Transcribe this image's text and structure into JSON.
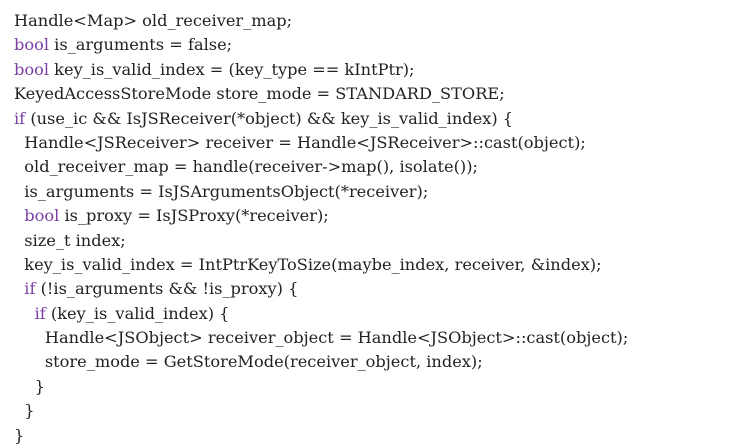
{
  "code": {
    "lines": [
      [
        {
          "t": "Handle<Map> old_receiver_map;",
          "k": "tok"
        }
      ],
      [
        {
          "t": "bool",
          "k": "kw"
        },
        {
          "t": " is_arguments = false;",
          "k": "tok"
        }
      ],
      [
        {
          "t": "bool",
          "k": "kw"
        },
        {
          "t": " key_is_valid_index = (key_type == kIntPtr);",
          "k": "tok"
        }
      ],
      [
        {
          "t": "KeyedAccessStoreMode store_mode = STANDARD_STORE;",
          "k": "tok"
        }
      ],
      [
        {
          "t": "if",
          "k": "kw"
        },
        {
          "t": " (use_ic && IsJSReceiver(*object) && key_is_valid_index) {",
          "k": "tok"
        }
      ],
      [
        {
          "t": "  Handle<JSReceiver> receiver = Handle<JSReceiver>::cast(object);",
          "k": "tok"
        }
      ],
      [
        {
          "t": "  old_receiver_map = handle(receiver->map(), isolate());",
          "k": "tok"
        }
      ],
      [
        {
          "t": "  is_arguments = IsJSArgumentsObject(*receiver);",
          "k": "tok"
        }
      ],
      [
        {
          "t": "  ",
          "k": "tok"
        },
        {
          "t": "bool",
          "k": "kw"
        },
        {
          "t": " is_proxy = IsJSProxy(*receiver);",
          "k": "tok"
        }
      ],
      [
        {
          "t": "  size_t index;",
          "k": "tok"
        }
      ],
      [
        {
          "t": "  key_is_valid_index = IntPtrKeyToSize(maybe_index, receiver, &index);",
          "k": "tok"
        }
      ],
      [
        {
          "t": "  ",
          "k": "tok"
        },
        {
          "t": "if",
          "k": "kw"
        },
        {
          "t": " (!is_arguments && !is_proxy) {",
          "k": "tok"
        }
      ],
      [
        {
          "t": "    ",
          "k": "tok"
        },
        {
          "t": "if",
          "k": "kw"
        },
        {
          "t": " (key_is_valid_index) {",
          "k": "tok"
        }
      ],
      [
        {
          "t": "      Handle<JSObject> receiver_object = Handle<JSObject>::cast(object);",
          "k": "tok"
        }
      ],
      [
        {
          "t": "      store_mode = GetStoreMode(receiver_object, index);",
          "k": "tok"
        }
      ],
      [
        {
          "t": "    }",
          "k": "tok"
        }
      ],
      [
        {
          "t": "  }",
          "k": "tok"
        }
      ],
      [
        {
          "t": "}",
          "k": "tok"
        }
      ]
    ]
  },
  "colors": {
    "background": "#ffffff",
    "text": "#222222",
    "keyword": "#7b3fa3"
  }
}
